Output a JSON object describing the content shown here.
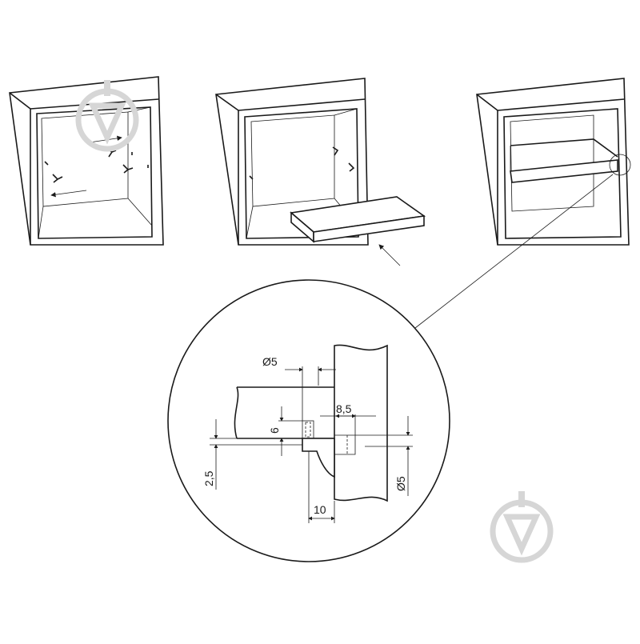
{
  "illustration": {
    "steps": [
      "frame-with-shelf-pins",
      "insert-shelf",
      "shelf-installed"
    ],
    "detail": {
      "dimensions": {
        "pin_diameter_top": "Ø5",
        "pin_diameter_right": "Ø5",
        "depth_8_5": "8,5",
        "shelf_gap_6": "6",
        "offset_2_5": "2,5",
        "pin_length_10": "10"
      }
    },
    "watermark_icon": "drop-pin-logo-icon",
    "colors": {
      "line": "#1a1a1a",
      "background": "#ffffff",
      "watermark": "#d6d6d6"
    }
  }
}
